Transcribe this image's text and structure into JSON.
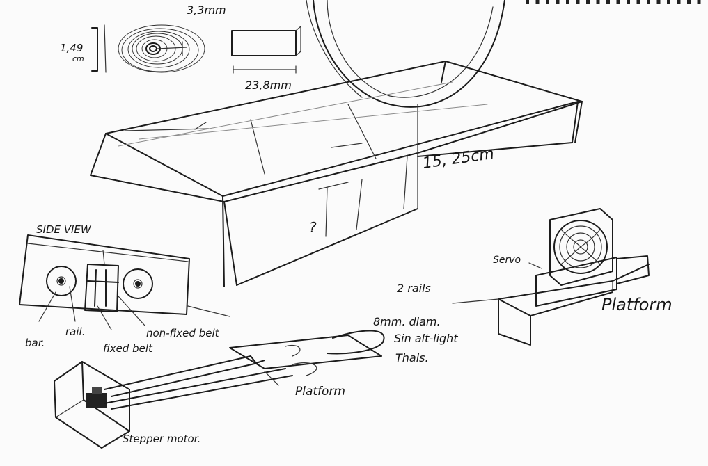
{
  "sketch": {
    "dims": {
      "diameter_height": "1,49",
      "diameter_unit": "cm",
      "bearing_dia": "3,3mm",
      "bearing_length": "23,8mm",
      "box_width": "15, 25cm",
      "unknown": "?"
    },
    "side_view": {
      "title": "SIDE VIEW",
      "labels": {
        "bar": "bar.",
        "rail": "rail.",
        "fixed_belt": "fixed belt",
        "non_fixed_belt": "non-fixed belt"
      }
    },
    "notes": {
      "two_rails": "2 rails",
      "rail_diam": "8mm. diam.",
      "alt_light": "Sin alt-light",
      "thais": "Thais.",
      "servo": "Servo",
      "platform_right": "Platform",
      "platform_bottom": "Platform",
      "stepper": "Stepper motor."
    },
    "binder_rings": 18
  }
}
